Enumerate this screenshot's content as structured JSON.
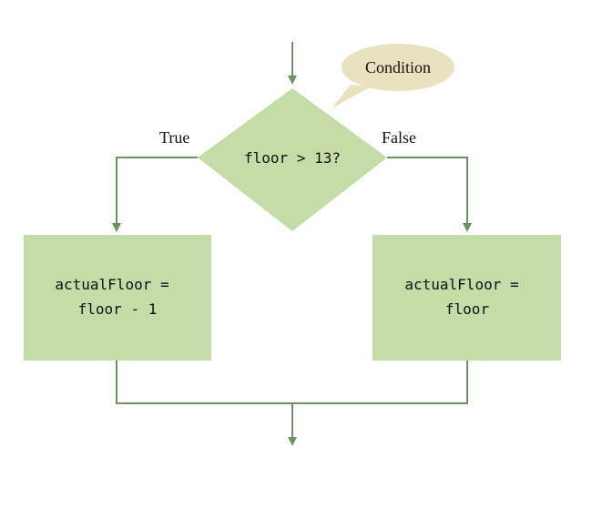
{
  "diagram": {
    "colors": {
      "line": "#6f8f66",
      "box_fill": "#c4dca8",
      "callout_fill": "#e8e2bf",
      "text": "#111111"
    },
    "decision": {
      "label": "floor > 13?"
    },
    "branches": {
      "true_label": "True",
      "false_label": "False"
    },
    "callout": {
      "label": "Condition"
    },
    "boxes": {
      "left": {
        "line1": "actualFloor =",
        "line2": "floor - 1"
      },
      "right": {
        "line1": "actualFloor =",
        "line2": "floor"
      }
    }
  }
}
